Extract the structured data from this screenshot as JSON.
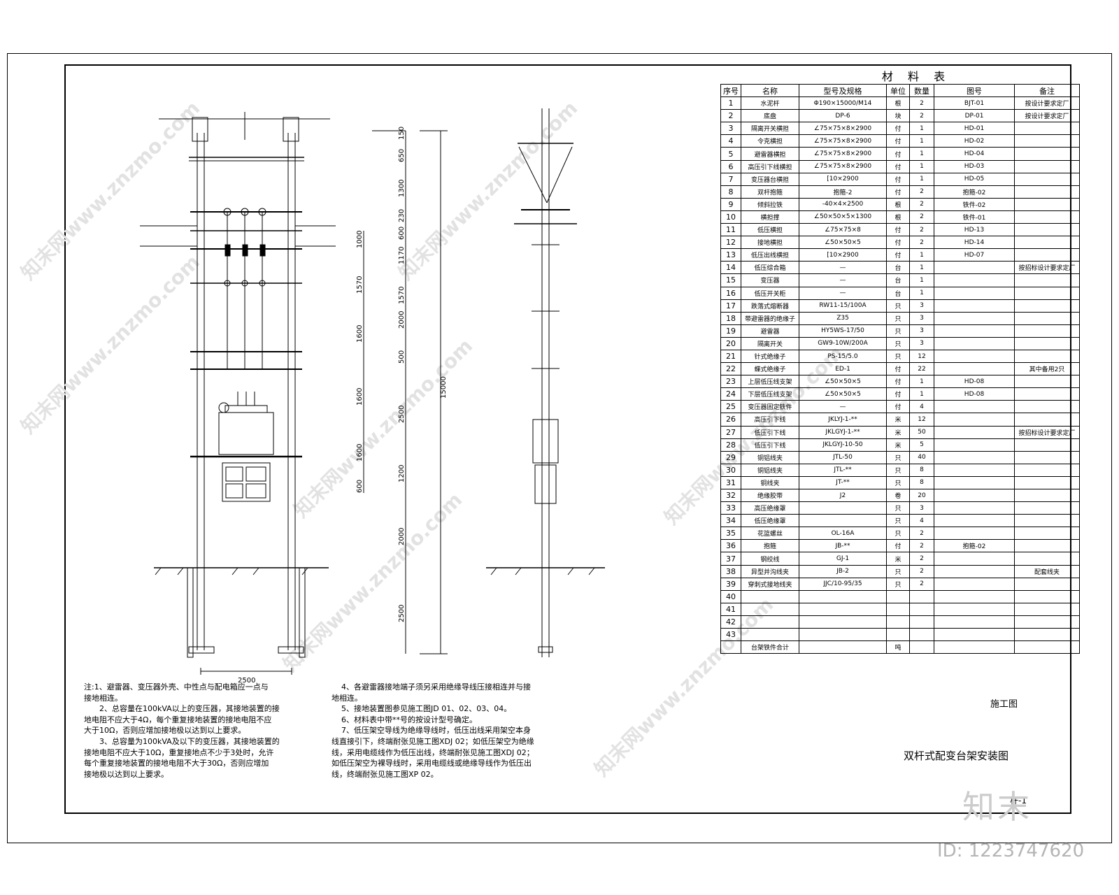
{
  "material_table": {
    "title": "材 料 表",
    "headers": [
      "序号",
      "名称",
      "型号及规格",
      "单位",
      "数量",
      "图号",
      "备注"
    ],
    "rows": [
      [
        "1",
        "水泥杆",
        "Φ190×15000/M14",
        "根",
        "2",
        "BJT-01",
        "按设计要求定厂"
      ],
      [
        "2",
        "底盘",
        "DP-6",
        "块",
        "2",
        "DP-01",
        "按设计要求定厂"
      ],
      [
        "3",
        "隔离开关横担",
        "∠75×75×8×2900",
        "付",
        "1",
        "HD-01",
        ""
      ],
      [
        "4",
        "令克横担",
        "∠75×75×8×2900",
        "付",
        "1",
        "HD-02",
        ""
      ],
      [
        "5",
        "避雷器横担",
        "∠75×75×8×2900",
        "付",
        "1",
        "HD-04",
        ""
      ],
      [
        "6",
        "高压引下线横担",
        "∠75×75×8×2900",
        "付",
        "1",
        "HD-03",
        ""
      ],
      [
        "7",
        "变压器台横担",
        "[10×2900",
        "付",
        "1",
        "HD-05",
        ""
      ],
      [
        "8",
        "双杆抱箍",
        "抱箍-2",
        "付",
        "2",
        "抱箍-02",
        ""
      ],
      [
        "9",
        "倾斜拉铁",
        "-40×4×2500",
        "根",
        "2",
        "铁件-02",
        ""
      ],
      [
        "10",
        "横担撑",
        "∠50×50×5×1300",
        "根",
        "2",
        "铁件-01",
        ""
      ],
      [
        "11",
        "低压横担",
        "∠75×75×8",
        "付",
        "2",
        "HD-13",
        ""
      ],
      [
        "12",
        "接地横担",
        "∠50×50×5",
        "付",
        "2",
        "HD-14",
        ""
      ],
      [
        "13",
        "低压出线横担",
        "[10×2900",
        "付",
        "1",
        "HD-07",
        ""
      ],
      [
        "14",
        "低压综合箱",
        "—",
        "台",
        "1",
        "",
        "按招标设计要求定厂"
      ],
      [
        "15",
        "变压器",
        "—",
        "台",
        "1",
        "",
        ""
      ],
      [
        "16",
        "低压开关柜",
        "—",
        "台",
        "1",
        "",
        ""
      ],
      [
        "17",
        "跌落式熔断器",
        "RW11-15/100A",
        "只",
        "3",
        "",
        ""
      ],
      [
        "18",
        "带避雷器的绝缘子",
        "Z35",
        "只",
        "3",
        "",
        ""
      ],
      [
        "19",
        "避雷器",
        "HY5WS-17/50",
        "只",
        "3",
        "",
        ""
      ],
      [
        "20",
        "隔离开关",
        "GW9-10W/200A",
        "只",
        "3",
        "",
        ""
      ],
      [
        "21",
        "针式绝缘子",
        "PS-15/5.0",
        "只",
        "12",
        "",
        ""
      ],
      [
        "22",
        "蝶式绝缘子",
        "ED-1",
        "付",
        "22",
        "",
        "其中备用2只"
      ],
      [
        "23",
        "上层低压线支架",
        "∠50×50×5",
        "付",
        "1",
        "HD-08",
        ""
      ],
      [
        "24",
        "下层低压线支架",
        "∠50×50×5",
        "付",
        "1",
        "HD-08",
        ""
      ],
      [
        "25",
        "变压器固定铁件",
        "—",
        "付",
        "4",
        "",
        ""
      ],
      [
        "26",
        "高压引下线",
        "JKLYJ-1-**",
        "米",
        "12",
        "",
        ""
      ],
      [
        "27",
        "低压引下线",
        "JKLGYJ-1-**",
        "米",
        "50",
        "",
        "按招标设计要求定厂"
      ],
      [
        "28",
        "低压引下线",
        "JKLGYJ-10-50",
        "米",
        "5",
        "",
        ""
      ],
      [
        "29",
        "铜铝线夹",
        "JTL-50",
        "只",
        "40",
        "",
        ""
      ],
      [
        "30",
        "铜铝线夹",
        "JTL-**",
        "只",
        "8",
        "",
        ""
      ],
      [
        "31",
        "铜线夹",
        "JT-**",
        "只",
        "8",
        "",
        ""
      ],
      [
        "32",
        "绝缘胶带",
        "J2",
        "卷",
        "20",
        "",
        ""
      ],
      [
        "33",
        "高压绝缘罩",
        "",
        "只",
        "3",
        "",
        ""
      ],
      [
        "34",
        "低压绝缘罩",
        "",
        "只",
        "4",
        "",
        ""
      ],
      [
        "35",
        "花篮螺丝",
        "OL-16A",
        "只",
        "2",
        "",
        ""
      ],
      [
        "36",
        "抱箍",
        "JB-**",
        "付",
        "2",
        "抱箍-02",
        ""
      ],
      [
        "37",
        "钢绞线",
        "GJ-1",
        "米",
        "2",
        "",
        ""
      ],
      [
        "38",
        "异型并沟线夹",
        "JB-2",
        "只",
        "2",
        "",
        "配套线夹"
      ],
      [
        "39",
        "穿刺式接地线夹",
        "JJC/10-95/35",
        "只",
        "2",
        "",
        ""
      ],
      [
        "40",
        "",
        "",
        "",
        "",
        "",
        ""
      ],
      [
        "41",
        "",
        "",
        "",
        "",
        "",
        ""
      ],
      [
        "42",
        "",
        "",
        "",
        "",
        "",
        ""
      ],
      [
        "43",
        "",
        "",
        "",
        "",
        "",
        ""
      ],
      [
        "",
        "台架铁件合计",
        "",
        "吨",
        "",
        "",
        ""
      ]
    ]
  },
  "front_view": {
    "width_dim": "2500",
    "heights": [
      "150",
      "650",
      "1300",
      "230",
      "600",
      "1170",
      "1570",
      "2000",
      "500",
      "2500",
      "1200",
      "2000",
      "2500"
    ],
    "left_dims": [
      "1000",
      "1570",
      "1600",
      "1600",
      "1600",
      "600"
    ],
    "total": "15000"
  },
  "notes": {
    "left": [
      "注:1、避雷器、变压器外壳、中性点与配电箱应一点与",
      "接地相连。",
      "2、总容量在100kVA以上的变压器，其接地装置的接",
      "地电阻不应大于4Ω，每个重复接地装置的接地电阻不应",
      "大于10Ω，否则应增加接地极以达到以上要求。",
      "3、总容量为100kVA及以下的变压器，其接地装置的",
      "接地电阻不应大于10Ω，重复接地点不少于3处时，允许",
      "每个重复接地装置的接地电阻不大于30Ω，否则应增加",
      "接地极以达到以上要求。"
    ],
    "right": [
      "4、各避雷器接地端子须另采用绝缘导线压接相连并与接",
      "地相连。",
      "5、接地装置图参见施工图JD 01、02、03、04。",
      "6、材料表中带**号的按设计型号确定。",
      "7、低压架空导线为绝缘导线时，低压出线采用架空本身",
      "线直接引下，终端耐张见施工图XDJ 02；如低压架空为绝缘",
      "线，采用电缆线作为低压出线，终端耐张见施工图XDJ 02；",
      "如低压架空为裸导线时，采用电缆线或绝缘导线作为低压出",
      "线，终端耐张见施工图XP 02。"
    ]
  },
  "title_block": {
    "sheet": "施工图",
    "title": "双杆式配变台架安装图",
    "code": "杆-1"
  },
  "brand": "知末",
  "image_id": "ID: 1223747620",
  "watermark": "知末网www.znzmo.com"
}
